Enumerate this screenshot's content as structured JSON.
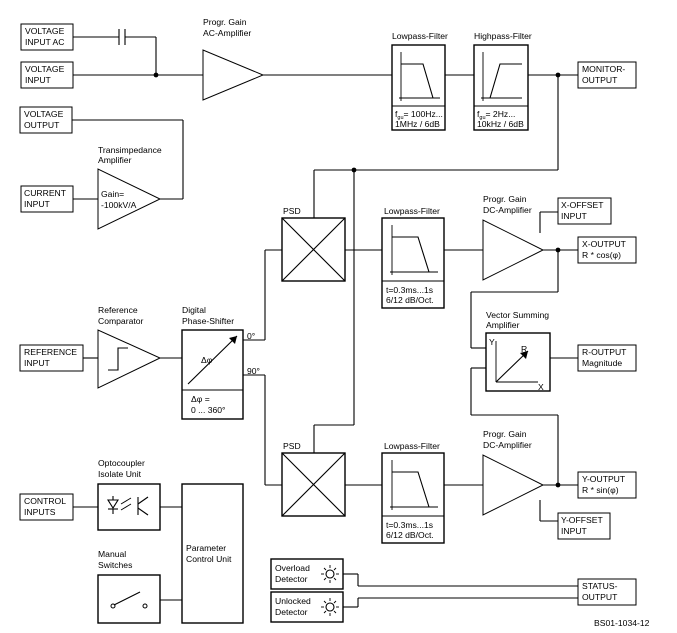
{
  "inputs": {
    "voltage_input_ac": [
      "VOLTAGE",
      "INPUT AC"
    ],
    "voltage_input": [
      "VOLTAGE",
      "INPUT"
    ],
    "voltage_output": [
      "VOLTAGE",
      "OUTPUT"
    ],
    "current_input": [
      "CURRENT",
      "INPUT"
    ],
    "reference_input": [
      "REFERENCE",
      "INPUT"
    ],
    "control_inputs": [
      "CONTROL",
      "INPUTS"
    ]
  },
  "ac_amplifier": {
    "title": [
      "Progr. Gain",
      "AC-Amplifier"
    ]
  },
  "lowpass_top": {
    "title": "Lowpass-Filter",
    "spec_sub": "gu",
    "spec1_prefix": "f",
    "spec1_suffix": "= 100Hz...",
    "spec2": "1MHz / 6dB"
  },
  "highpass_top": {
    "title": "Highpass-Filter",
    "spec_sub": "gu",
    "spec1_prefix": "f",
    "spec1_suffix": "= 2Hz...",
    "spec2": "10kHz / 6dB"
  },
  "monitor_output": [
    "MONITOR-",
    "OUTPUT"
  ],
  "transimpedance": {
    "title": [
      "Transimpedance",
      "Amplifier"
    ],
    "gain": [
      "Gain=",
      "-100kV/A"
    ]
  },
  "reference_comparator": {
    "title": [
      "Reference",
      "Comparator"
    ]
  },
  "phase_shifter": {
    "title": [
      "Digital",
      "Phase-Shifter"
    ],
    "symbol": "Δφ",
    "range": [
      "Δφ =",
      "0 ... 360°"
    ],
    "out0": "0°",
    "out90": "90°"
  },
  "psd_x": {
    "label": "PSD"
  },
  "psd_y": {
    "label": "PSD"
  },
  "lowpass_x": {
    "title": "Lowpass-Filter",
    "spec": [
      "t=0.3ms...1s",
      "6/12 dB/Oct."
    ]
  },
  "lowpass_y": {
    "title": "Lowpass-Filter",
    "spec": [
      "t=0.3ms...1s",
      "6/12 dB/Oct."
    ]
  },
  "dc_amp_x": {
    "title": [
      "Progr. Gain",
      "DC-Amplifier"
    ]
  },
  "dc_amp_y": {
    "title": [
      "Progr. Gain",
      "DC-Amplifier"
    ]
  },
  "x_offset": [
    "X-OFFSET",
    "INPUT"
  ],
  "y_offset": [
    "Y-OFFSET",
    "INPUT"
  ],
  "x_output": [
    "X-OUTPUT",
    "R * cos(φ)"
  ],
  "y_output": [
    "Y-OUTPUT",
    "R * sin(φ)"
  ],
  "vector_summing": {
    "title": [
      "Vector Summing",
      "Amplifier"
    ],
    "axis_y": "Y",
    "axis_x": "X",
    "vector": "R"
  },
  "r_output": [
    "R-OUTPUT",
    "Magnitude"
  ],
  "optocoupler": {
    "title": [
      "Optocoupler",
      "Isolate Unit"
    ]
  },
  "manual_switches": {
    "title": [
      "Manual",
      "Switches"
    ]
  },
  "parameter_control": {
    "title": [
      "Parameter",
      "Control Unit"
    ]
  },
  "overload": [
    "Overload",
    "Detector"
  ],
  "unlocked": [
    "Unlocked",
    "Detector"
  ],
  "status_output": [
    "STATUS-",
    "OUTPUT"
  ],
  "figure_id": "BS01-1034-12"
}
